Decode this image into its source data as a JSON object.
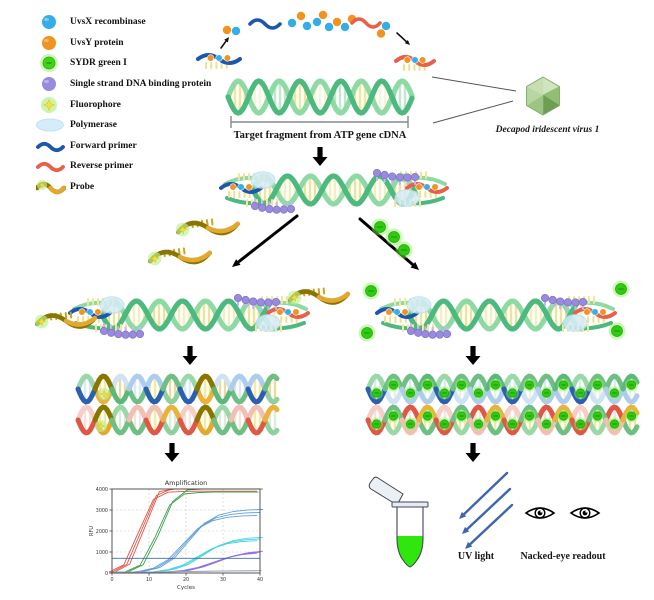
{
  "figure": {
    "target_label": "Target fragment from ATP gene cDNA",
    "virus_label": "Decapod iridescent virus 1",
    "uv_label": "UV light",
    "eye_label": "Nacked-eye readout"
  },
  "legend": {
    "items": [
      {
        "id": "uvsx",
        "label": "UvsX recombinase",
        "icon": "circle",
        "color": "#35AEE8"
      },
      {
        "id": "uvsy",
        "label": "UvsY protein",
        "icon": "circle",
        "color": "#F0931F"
      },
      {
        "id": "sybr-green",
        "label": "SYDR green I",
        "icon": "glow-circle",
        "color": "#3FD418"
      },
      {
        "id": "ssb",
        "label": "Single strand DNA binding protein",
        "icon": "circle",
        "color": "#9A8ADF"
      },
      {
        "id": "fluorophore",
        "label": "Fluorophore",
        "icon": "star-glow",
        "color": "#F2E43C"
      },
      {
        "id": "polymerase",
        "label": "Polymerase",
        "icon": "ellipse",
        "color": "#D6ECF8"
      },
      {
        "id": "forward-primer",
        "label": "Forward primer",
        "icon": "wave",
        "color": "#1D56AE"
      },
      {
        "id": "reverse-primer",
        "label": "Reverse primer",
        "icon": "wave",
        "color": "#E8604A"
      },
      {
        "id": "probe",
        "label": "Probe",
        "icon": "wave-two-tone",
        "color": "#8A7500",
        "color2": "#E2A92E"
      }
    ]
  },
  "colors": {
    "helix_green_dark": "#4CB97E",
    "helix_green_light": "#8ED9A4",
    "rung_yellow": "#EFE79A",
    "product_blue": "#2B5FB0",
    "product_red": "#DE5845",
    "probe_olive": "#8A7500",
    "probe_gold": "#E2A92E",
    "sybr_dot": "#2FCB12",
    "uv_arrow": "#3D66AE",
    "tube_liquid": "#2FE60D",
    "virus_green": "#A9CE92"
  },
  "chart_data": {
    "type": "line",
    "title": "Amplification",
    "xlabel": "Cycles",
    "ylabel": "RFU",
    "xlim": [
      0,
      40
    ],
    "ylim": [
      0,
      4000
    ],
    "xticks": [
      0,
      10,
      20,
      30,
      40
    ],
    "yticks": [
      0,
      1000,
      2000,
      3000,
      4000
    ],
    "grid": true,
    "legend_position": "none",
    "x": [
      0,
      4,
      8,
      12,
      16,
      20,
      24,
      28,
      32,
      36,
      40
    ],
    "series": [
      {
        "name": "red",
        "color": "#E04B3C",
        "replicates": 3,
        "values": [
          50,
          410,
          2050,
          3690,
          4050,
          4090,
          4100,
          4100,
          4100,
          4100,
          4100
        ]
      },
      {
        "name": "green",
        "color": "#2E9E3F",
        "replicates": 2,
        "values": [
          10,
          60,
          380,
          1730,
          3320,
          3860,
          3930,
          3950,
          3950,
          3950,
          3950
        ]
      },
      {
        "name": "blue",
        "color": "#5B9BD5",
        "replicates": 3,
        "values": [
          5,
          15,
          80,
          240,
          670,
          1450,
          2230,
          2620,
          2790,
          2860,
          2880
        ]
      },
      {
        "name": "cyan",
        "color": "#45D4DC",
        "replicates": 3,
        "values": [
          2,
          5,
          20,
          60,
          170,
          400,
          825,
          1240,
          1470,
          1580,
          1620
        ]
      },
      {
        "name": "purple",
        "color": "#8F6FD8",
        "replicates": 3,
        "values": [
          0,
          2,
          8,
          25,
          60,
          120,
          280,
          525,
          770,
          920,
          990
        ]
      },
      {
        "name": "negative",
        "color": "#9AA7B8",
        "replicates": 2,
        "values": [
          40,
          45,
          50,
          55,
          60,
          70,
          80,
          90,
          100,
          105,
          110
        ]
      },
      {
        "name": "threshold",
        "color": "#3465A8",
        "replicates": 1,
        "values": [
          700,
          700,
          700,
          700,
          700,
          700,
          700,
          700,
          700,
          700,
          700
        ]
      }
    ]
  }
}
